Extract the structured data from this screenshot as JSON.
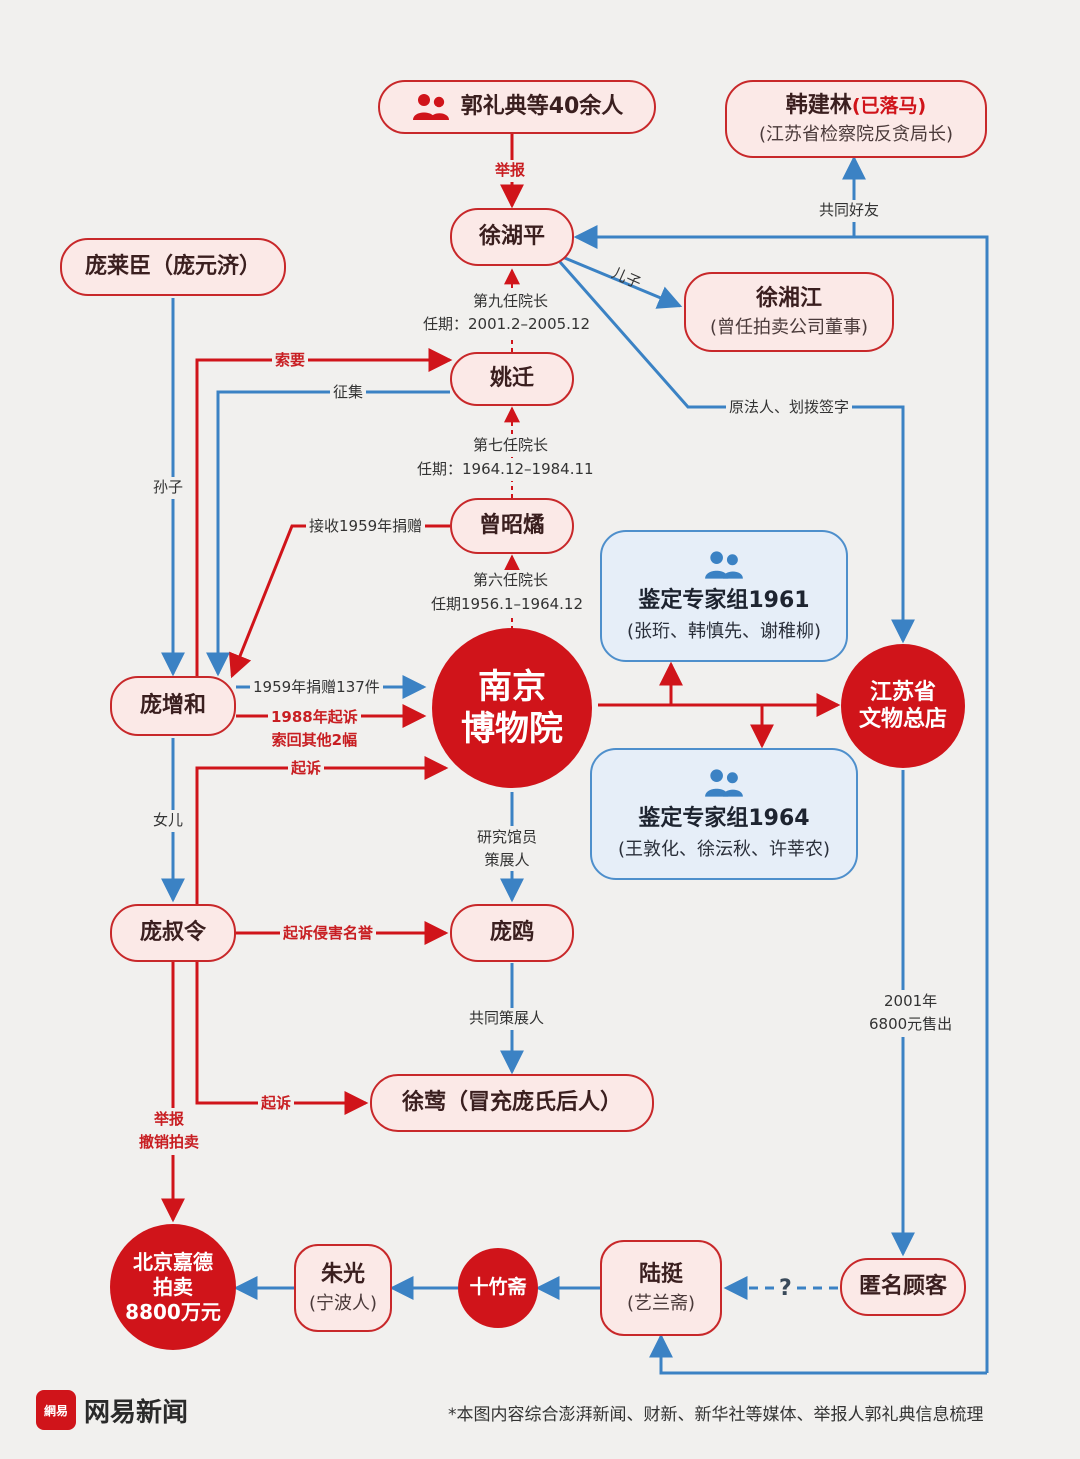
{
  "colors": {
    "red": "#d0141a",
    "blue": "#3b82c4",
    "pill_bg": "#fbe9e7",
    "blue_bg": "#e6eef8",
    "background": "#f1f0ee"
  },
  "nodes": {
    "guo_lidian": {
      "label": "郭礼典等40余人",
      "icon": "people-icon"
    },
    "han_jianlin": {
      "label": "韩建林",
      "label_accent": "(已落马)",
      "sub": "(江苏省检察院反贪局长)"
    },
    "xu_huping": {
      "label": "徐湖平"
    },
    "pang_laichen": {
      "label": "庞莱臣（庞元济）"
    },
    "xu_xiangjiang": {
      "label": "徐湘江",
      "sub": "(曾任拍卖公司董事)"
    },
    "yao_qian": {
      "label": "姚迁"
    },
    "zeng_zhaoyu": {
      "label": "曾昭燏"
    },
    "nanjing_museum": {
      "line1": "南京",
      "line2": "博物院"
    },
    "expert_1961": {
      "label": "鉴定专家组1961",
      "sub": "(张珩、韩慎先、谢稚柳)",
      "icon": "people-icon"
    },
    "expert_1964": {
      "label": "鉴定专家组1964",
      "sub": "(王敦化、徐沄秋、许莘农)",
      "icon": "people-icon"
    },
    "jiangsu_store": {
      "line1": "江苏省",
      "line2": "文物总店"
    },
    "pang_zenghe": {
      "label": "庞增和"
    },
    "pang_shuling": {
      "label": "庞叔令"
    },
    "pang_ou": {
      "label": "庞鸥"
    },
    "xu_ying": {
      "label": "徐莺（冒充庞氏后人）"
    },
    "beijing_jiade": {
      "line1": "北京嘉德",
      "line2": "拍卖",
      "line3": "8800万元"
    },
    "zhu_guang": {
      "label": "朱光",
      "sub": "(宁波人)"
    },
    "shizhuzhai": {
      "label": "十竹斋"
    },
    "lu_ting": {
      "label": "陆挺",
      "sub": "(艺兰斋)"
    },
    "anonymous": {
      "label": "匿名顾客"
    }
  },
  "edges": {
    "report_top": "举报",
    "common_friend": "共同好友",
    "son": "儿子",
    "ninth_director": "第九任院长",
    "ninth_term": "任期：2001.2–2005.12",
    "demand": "索要",
    "collect": "征集",
    "seventh_director": "第七任院长",
    "seventh_term": "任期：1964.12–1984.11",
    "receive_1959": "接收1959年捐赠",
    "sixth_director": "第六任院长",
    "sixth_term": "任期1956.1–1964.12",
    "legal_rep": "原法人、划拨签字",
    "grandson": "孙子",
    "donate_1959": "1959年捐赠137件",
    "sue_1988_l1": "1988年起诉",
    "sue_1988_l2": "索回其他2幅",
    "sue": "起诉",
    "daughter": "女儿",
    "researcher_l1": "研究馆员",
    "researcher_l2": "策展人",
    "sue_defamation": "起诉侵害名誉",
    "co_curator": "共同策展人",
    "sue_xu_ying": "起诉",
    "report_cancel_l1": "举报",
    "report_cancel_l2": "撤销拍卖",
    "sold_2001_l1": "2001年",
    "sold_2001_l2": "6800元售出",
    "question": "?"
  },
  "footer": {
    "logo_badge": "網易",
    "logo_text": "网易新闻",
    "note": "*本图内容综合澎湃新闻、财新、新华社等媒体、举报人郭礼典信息梳理"
  }
}
